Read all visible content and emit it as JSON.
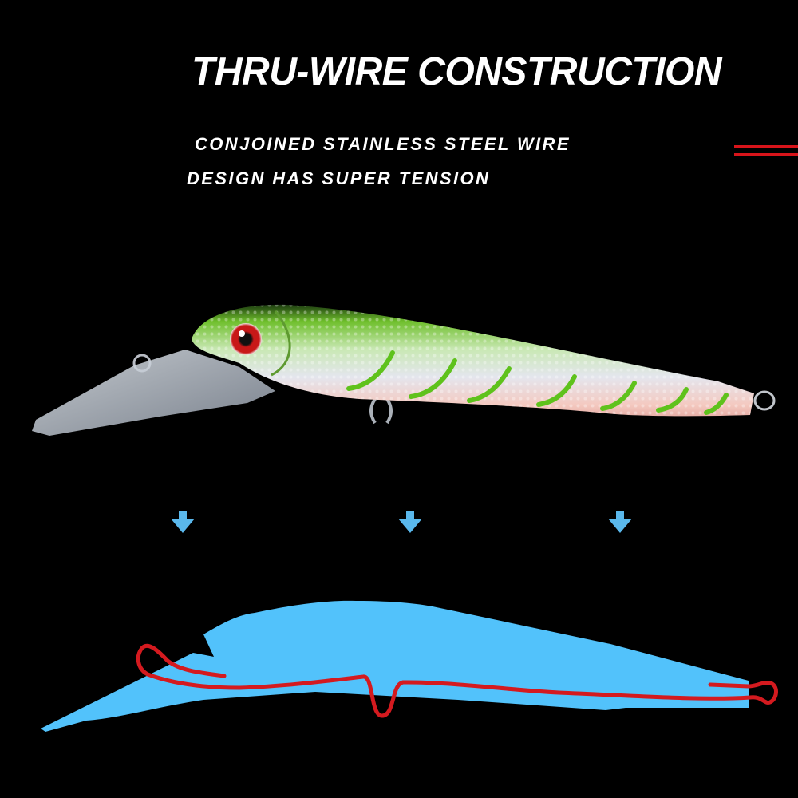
{
  "headline": "THRU-WIRE CONSTRUCTION",
  "subtitle": {
    "line1": "CONJOINED STAINLESS STEEL WIRE",
    "line2": "DESIGN HAS SUPER TENSION"
  },
  "colors": {
    "background": "#000000",
    "accent_red": "#d8141a",
    "silhouette_blue": "#52c2fb",
    "arrow_blue": "#5ab8ec",
    "wire_red": "#d41a1f",
    "lure_green": "#7cc23a"
  },
  "icons": [
    "down-arrow-icon",
    "down-arrow-icon",
    "down-arrow-icon"
  ]
}
